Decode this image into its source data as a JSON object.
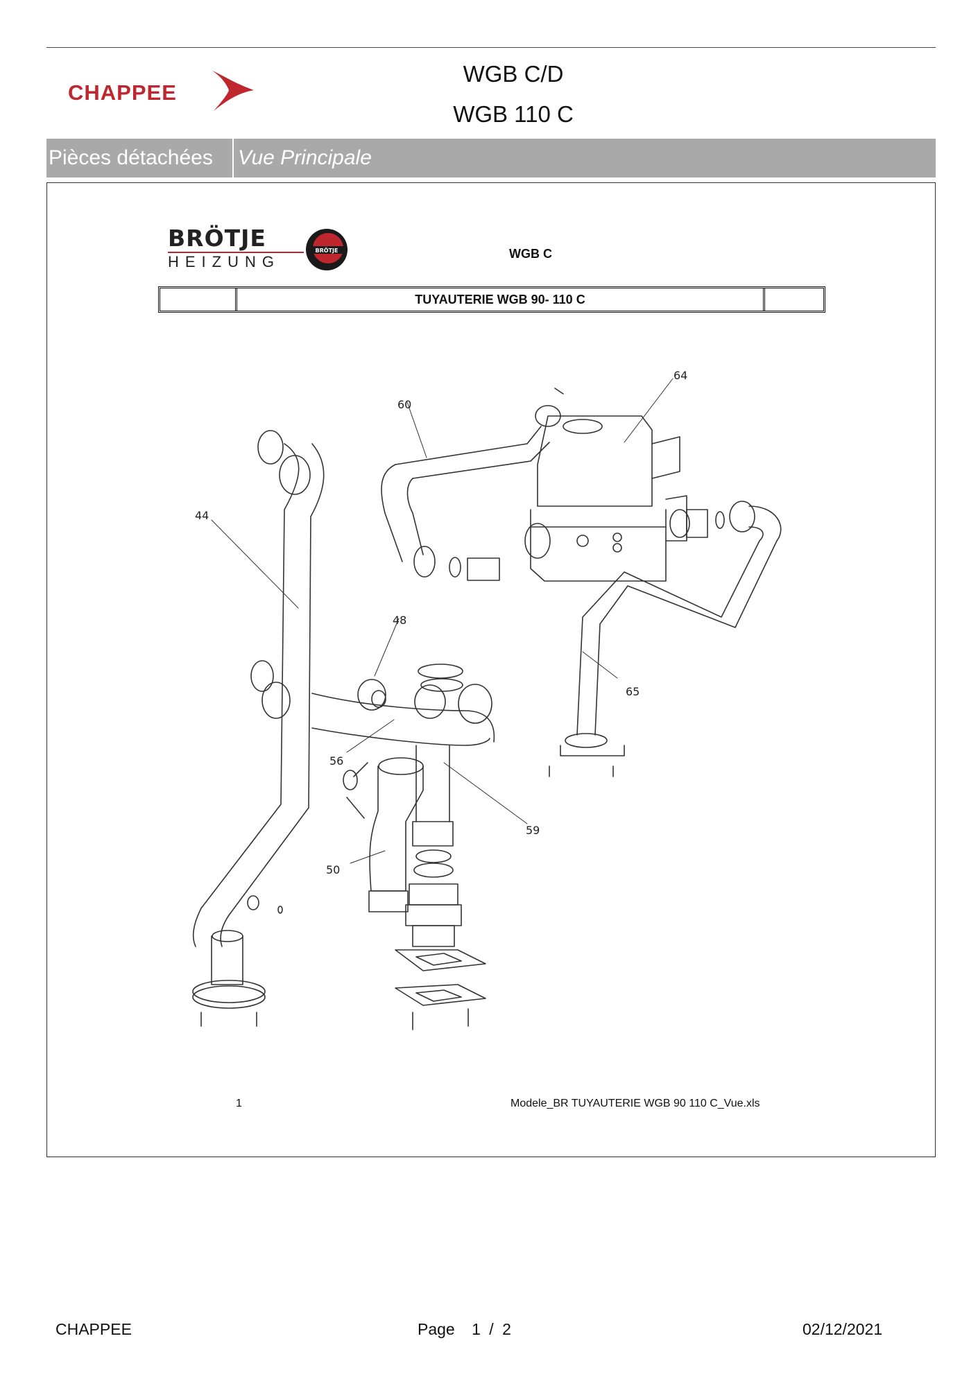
{
  "header": {
    "brand": "CHAPPEE",
    "model_line1": "WGB C/D",
    "model_line2": "WGB 110 C"
  },
  "section_bar": {
    "label": "Pièces détachées",
    "view": "Vue Principale"
  },
  "sheet": {
    "partner_brand": "BRÖTJE",
    "partner_sub": "HEIZUNG",
    "partner_disc": "BRÖTJE",
    "doc_code": "WGB C",
    "table_title": "TUYAUTERIE WGB 90- 110 C",
    "callouts": [
      "64",
      "60",
      "44",
      "48",
      "65",
      "56",
      "59",
      "50"
    ],
    "sheet_number": "1",
    "file_name": "Modele_BR TUYAUTERIE WGB 90 110 C_Vue.xls"
  },
  "footer": {
    "company": "CHAPPEE",
    "page_label": "Page",
    "page_current": "1",
    "page_separator": "/",
    "page_total": "2",
    "date": "02/12/2021"
  },
  "colors": {
    "brand_red": "#c0262d",
    "bar_grey": "#a9a9a9"
  }
}
